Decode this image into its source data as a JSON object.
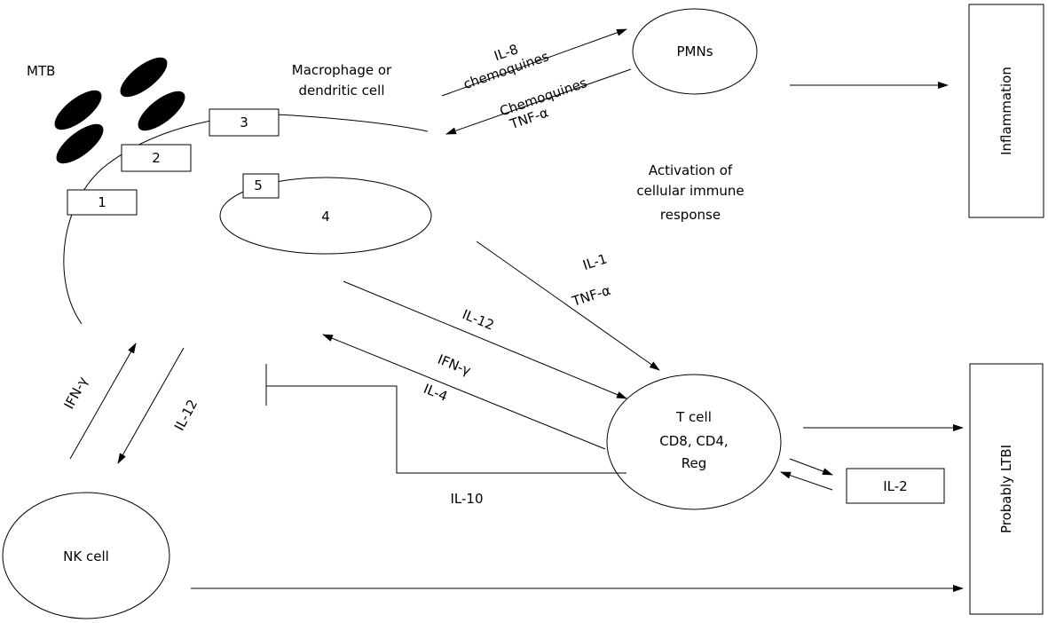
{
  "labels": {
    "mtb": "MTB",
    "macrophage_line1": "Macrophage or",
    "macrophage_line2": "dendritic cell",
    "pmns": "PMNs",
    "inflammation": "Inflammation",
    "il8": "IL-8",
    "chemoquines_lower": "chemoquines",
    "chemoquines_upper": "Chemoquines",
    "tnf_alpha": "TNF-α",
    "activation_line1": "Activation of",
    "activation_line2": "cellular immune",
    "activation_line3": "response",
    "il1": "IL-1",
    "tnf_alpha_2": "TNF-α",
    "il12_upper": "IL-12",
    "ifn_gamma_upper": "IFN-γ",
    "il4": "IL-4",
    "ifn_gamma_left": "IFN-γ",
    "il12_left": "IL-12",
    "il10": "IL-10",
    "tcell_line1": "T cell",
    "tcell_line2": "CD8, CD4,",
    "tcell_line3": "Reg",
    "il2": "IL-2",
    "nk_cell": "NK cell",
    "probably_ltbi": "Probably LTBI",
    "box1": "1",
    "box2": "2",
    "box3": "3",
    "nucleus": "4",
    "box5": "5"
  }
}
